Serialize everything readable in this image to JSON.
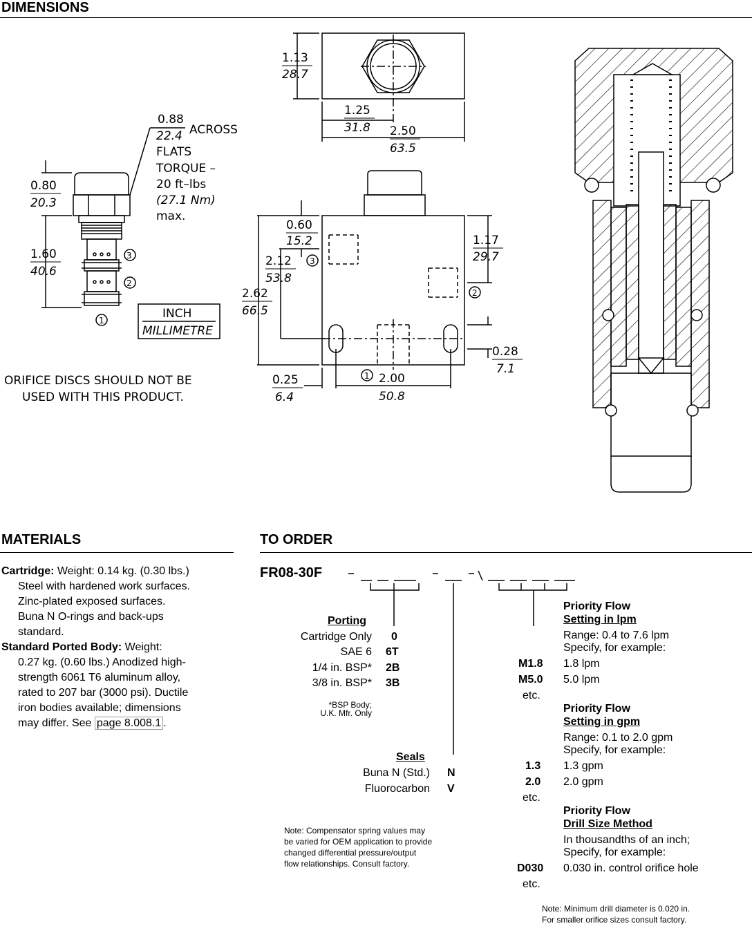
{
  "sections": {
    "dimensions": "DIMENSIONS",
    "materials": "MATERIALS",
    "to_order": "TO ORDER"
  },
  "drawing": {
    "across_flats_in": "0.88",
    "across_flats_mm": "22.4",
    "across_word": "ACROSS",
    "flats_word": "FLATS",
    "torque_line1": "TORQUE –",
    "torque_line2": "20 ft–lbs",
    "torque_line3": "(27.1 Nm)",
    "torque_line4": "max.",
    "hex_height_in": "0.80",
    "hex_height_mm": "20.3",
    "body_len_in": "1.60",
    "body_len_mm": "40.6",
    "port1": "1",
    "port2": "2",
    "port3": "3",
    "unit_inch": "INCH",
    "unit_mm": "MILLIMETRE",
    "note_line1": "ORIFICE DISCS SHOULD NOT BE",
    "note_line2": "USED WITH THIS PRODUCT.",
    "top_h_in": "1.13",
    "top_h_mm": "28.7",
    "top_half_in": "1.25",
    "top_half_mm": "31.8",
    "top_w_in": "2.50",
    "top_w_mm": "63.5",
    "d060_in": "0.60",
    "d060_mm": "15.2",
    "d212_in": "2.12",
    "d212_mm": "53.8",
    "d262_in": "2.62",
    "d262_mm": "66.5",
    "d117_in": "1.17",
    "d117_mm": "29.7",
    "d028_in": "0.28",
    "d028_mm": "7.1",
    "d025_in": "0.25",
    "d025_mm": "6.4",
    "d200_in": "2.00",
    "d200_mm": "50.8"
  },
  "materials": {
    "cartridge_label": "Cartridge:",
    "cartridge_text1": " Weight: 0.14 kg. (0.30 lbs.)",
    "cartridge_lines": [
      "Steel with hardened work surfaces.",
      "Zinc-plated exposed surfaces.",
      "Buna N O-rings and back-ups",
      "standard."
    ],
    "body_label": "Standard Ported Body:",
    "body_text1": " Weight:",
    "body_lines": [
      "0.27 kg. (0.60 lbs.) Anodized high-",
      "strength 6061 T6 aluminum alloy,",
      "rated to 207 bar (3000 psi). Ductile",
      "iron bodies available; dimensions"
    ],
    "body_last_prefix": "may differ. See ",
    "body_link": "page 8.008.1",
    "body_last_suffix": "."
  },
  "order": {
    "model": "FR08-30F",
    "code_template": "- _ _ _ - _ - / _ _ _ _",
    "porting": {
      "heading": "Porting",
      "rows": [
        {
          "label": "Cartridge Only",
          "code": "0"
        },
        {
          "label": "SAE 6",
          "code": "6T"
        },
        {
          "label": "1/4 in. BSP*",
          "code": "2B"
        },
        {
          "label": "3/8 in. BSP*",
          "code": "3B"
        }
      ],
      "footnote1": "*BSP Body;",
      "footnote2": "U.K. Mfr. Only"
    },
    "seals": {
      "heading": "Seals",
      "rows": [
        {
          "label": "Buna N (Std.)",
          "code": "N"
        },
        {
          "label": "Fluorocarbon",
          "code": "V"
        }
      ]
    },
    "note_lines": [
      "Note:  Compensator spring values may",
      "be varied for OEM application to provide",
      "changed differential pressure/output",
      "flow relationships. Consult factory."
    ],
    "lpm": {
      "heading1": "Priority Flow",
      "heading2": "Setting in lpm",
      "range": "Range: 0.4 to 7.6 lpm",
      "specify": "Specify, for example:",
      "rows": [
        {
          "code": "M1.8",
          "value": "1.8 lpm"
        },
        {
          "code": "M5.0",
          "value": "5.0 lpm"
        }
      ],
      "etc": "etc."
    },
    "gpm": {
      "heading1": "Priority Flow",
      "heading2": "Setting in gpm",
      "range": "Range: 0.1 to 2.0 gpm",
      "specify": "Specify, for example:",
      "rows": [
        {
          "code": "1.3",
          "value": "1.3 gpm"
        },
        {
          "code": "2.0",
          "value": "2.0 gpm"
        }
      ],
      "etc": "etc."
    },
    "drill": {
      "heading1": "Priority Flow",
      "heading2": "Drill Size Method",
      "line1": "In thousandths of an inch;",
      "specify": "Specify, for example:",
      "code": "D030",
      "value": "0.030 in. control orifice hole",
      "etc": "etc."
    },
    "bottom_note1": "Note: Minimum drill diameter is 0.020 in.",
    "bottom_note2": "For smaller orifice sizes consult factory."
  }
}
